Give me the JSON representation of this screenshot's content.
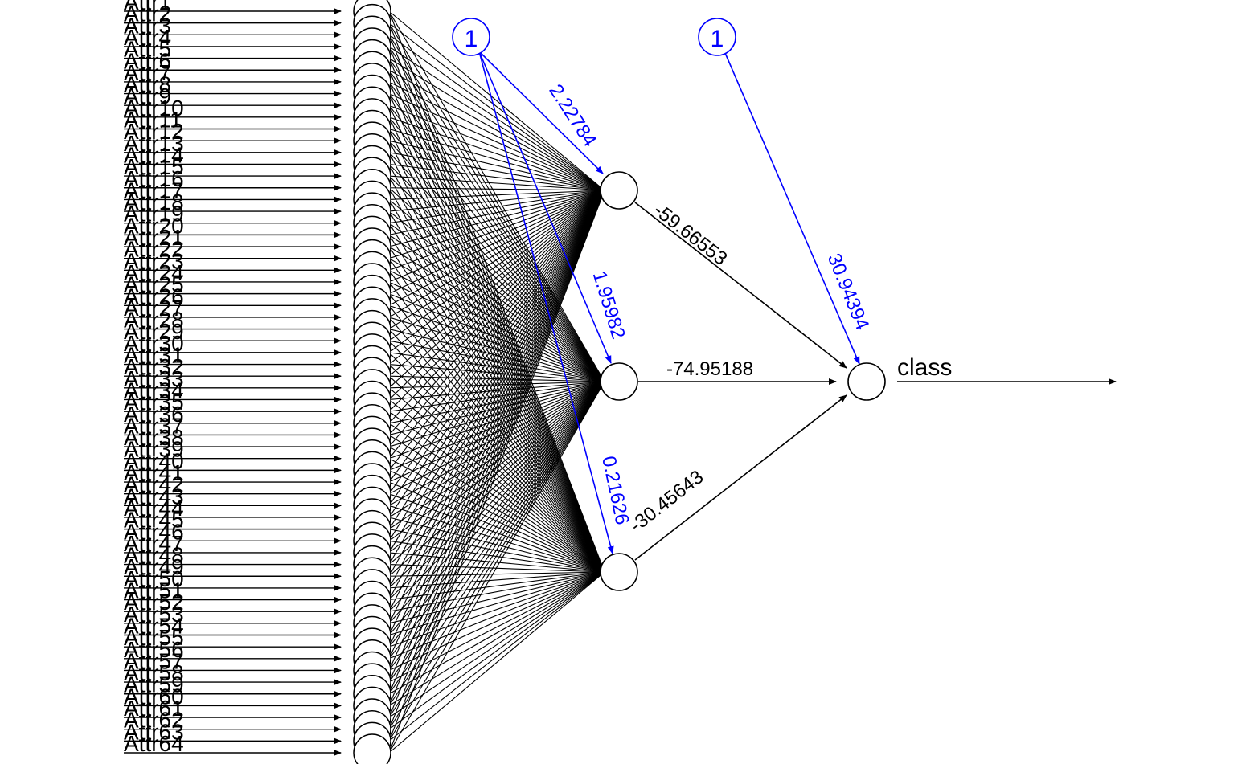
{
  "input_labels": [
    "Attr1",
    "Attr2",
    "Attr3",
    "Attr4",
    "Attr5",
    "Attr6",
    "Attr7",
    "Attr8",
    "Attr9",
    "Attr10",
    "Attr11",
    "Attr12",
    "Attr13",
    "Attr14",
    "Attr15",
    "Attr16",
    "Attr17",
    "Attr18",
    "Attr19",
    "Attr20",
    "Attr21",
    "Attr22",
    "Attr23",
    "Attr24",
    "Attr25",
    "Attr26",
    "Attr27",
    "Attr28",
    "Attr29",
    "Attr30",
    "Attr31",
    "Attr32",
    "Attr33",
    "Attr34",
    "Attr35",
    "Attr36",
    "Attr37",
    "Attr38",
    "Attr39",
    "Attr40",
    "Attr41",
    "Attr42",
    "Attr43",
    "Attr44",
    "Attr45",
    "Attr46",
    "Attr47",
    "Attr48",
    "Attr49",
    "Attr50",
    "Attr51",
    "Attr52",
    "Attr53",
    "Attr54",
    "Attr55",
    "Attr56",
    "Attr57",
    "Attr58",
    "Attr59",
    "Attr60",
    "Attr61",
    "Attr62",
    "Attr63",
    "Attr64"
  ],
  "bias_labels": [
    "1",
    "1"
  ],
  "hidden_bias_weights": [
    "2.22784",
    "1.95982",
    "0.21626"
  ],
  "hidden_to_output_weights": [
    "-59.66553",
    "-74.95188",
    "-30.45643"
  ],
  "output_bias_weight": "30.94394",
  "output_label": "class",
  "colors": {
    "weights": "#000000",
    "bias": "#0000ff"
  }
}
